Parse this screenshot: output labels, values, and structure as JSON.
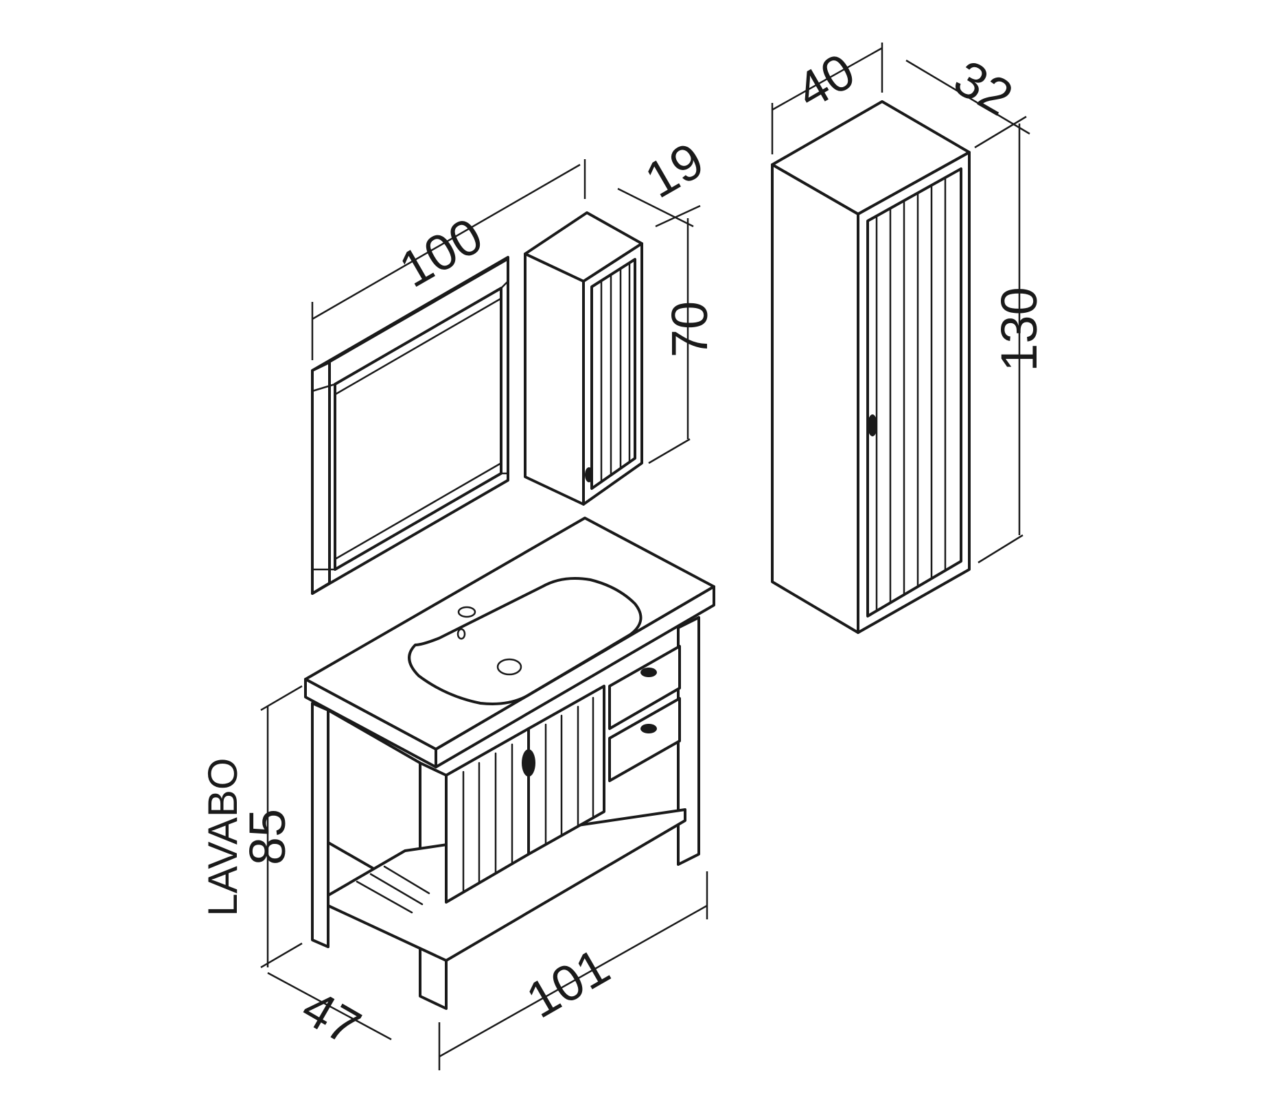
{
  "dimensions": {
    "mirror_width": "100",
    "mirror_cabinet_depth": "19",
    "mirror_height": "70",
    "tall_cabinet_width": "40",
    "tall_cabinet_depth": "32",
    "tall_cabinet_height": "130",
    "vanity_height": "85",
    "vanity_depth": "47",
    "vanity_width": "101"
  },
  "labels": {
    "vanity": "LAVABO"
  },
  "colors": {
    "line": "#1a1a1a",
    "background": "#ffffff"
  }
}
